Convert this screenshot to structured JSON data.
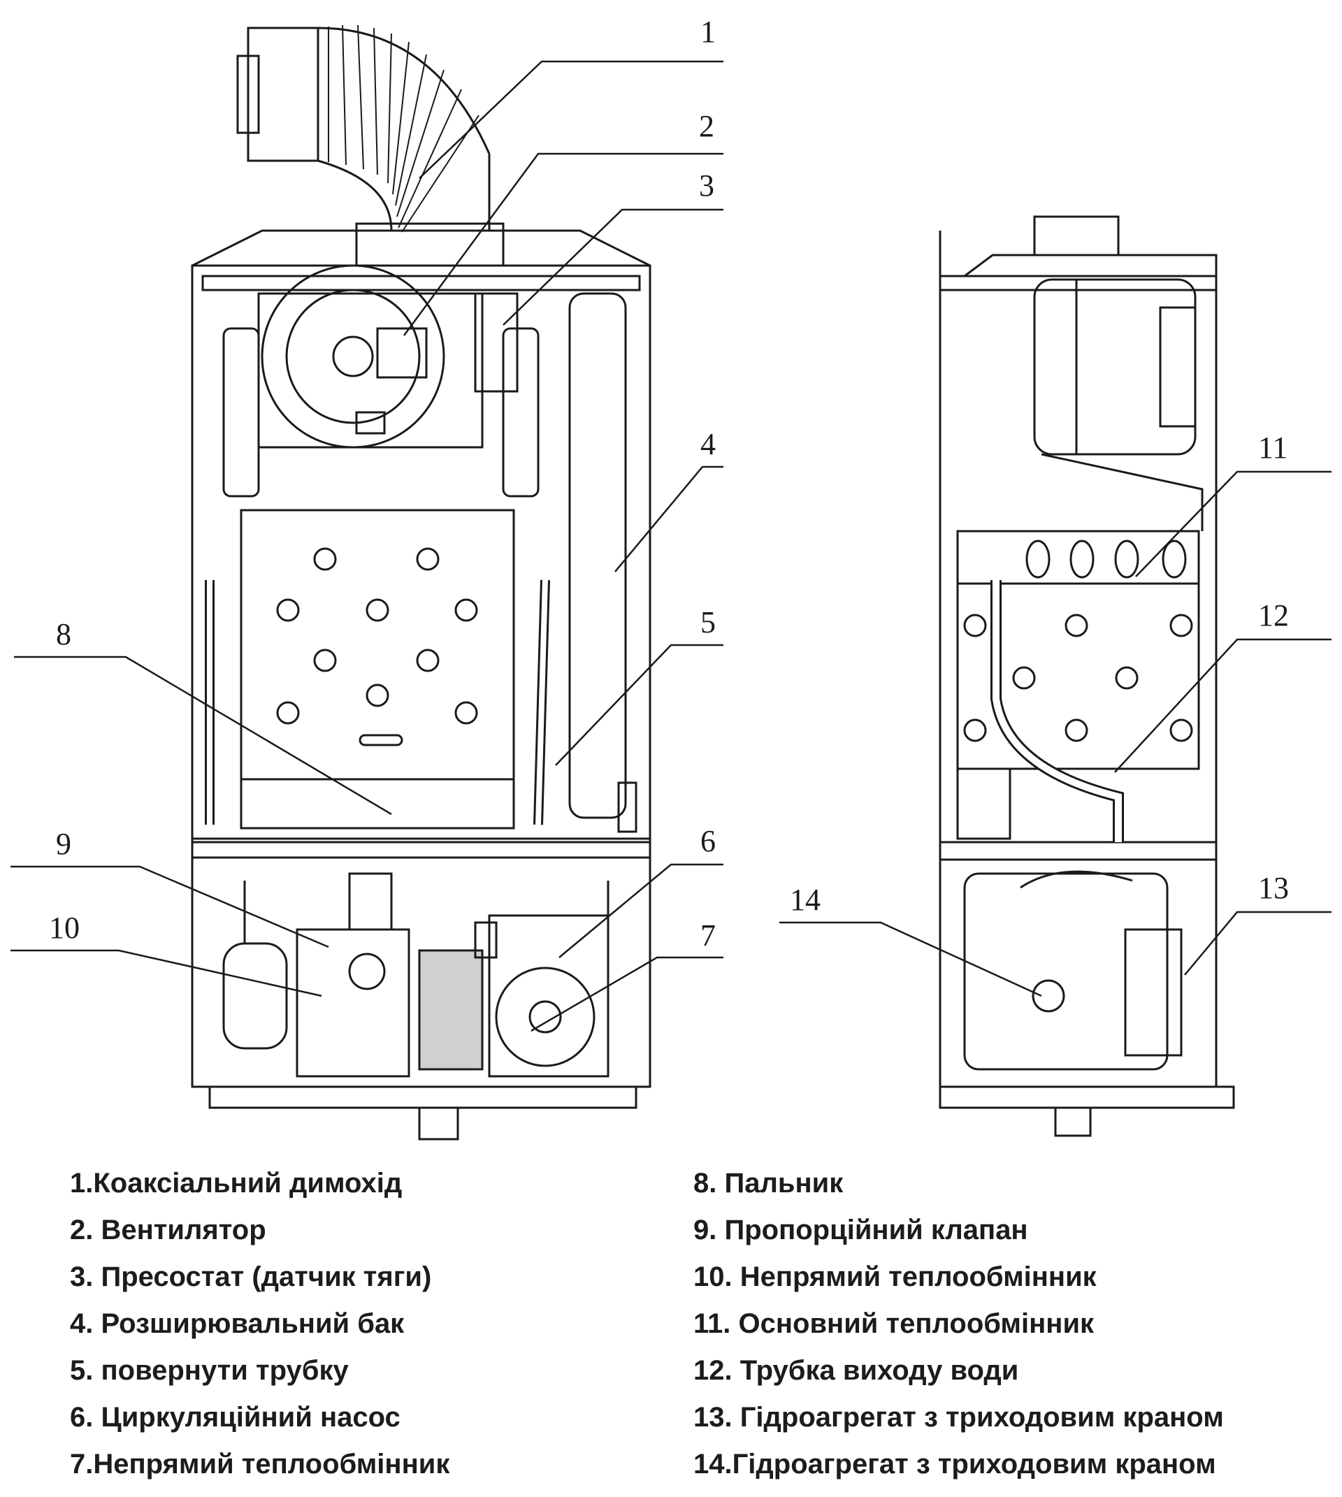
{
  "callouts": [
    "1",
    "2",
    "3",
    "4",
    "5",
    "6",
    "7",
    "8",
    "9",
    "10",
    "11",
    "12",
    "13",
    "14"
  ],
  "legend": {
    "left": [
      "1.Коаксіальний димохід",
      "2. Вентилятор",
      "3. Пресостат (датчик тяги)",
      "4. Розширювальний бак",
      "5. повернути трубку",
      "6. Циркуляційний насос",
      "7.Непрямий теплообмінник"
    ],
    "right": [
      "8. Пальник",
      "9. Пропорційний клапан",
      "10. Непрямий теплообмінник",
      "11. Основний теплообмінник",
      "12. Трубка виходу води",
      "13. Гідроагрегат з триходовим краном",
      "14.Гідроагрегат з триходовим краном"
    ]
  }
}
